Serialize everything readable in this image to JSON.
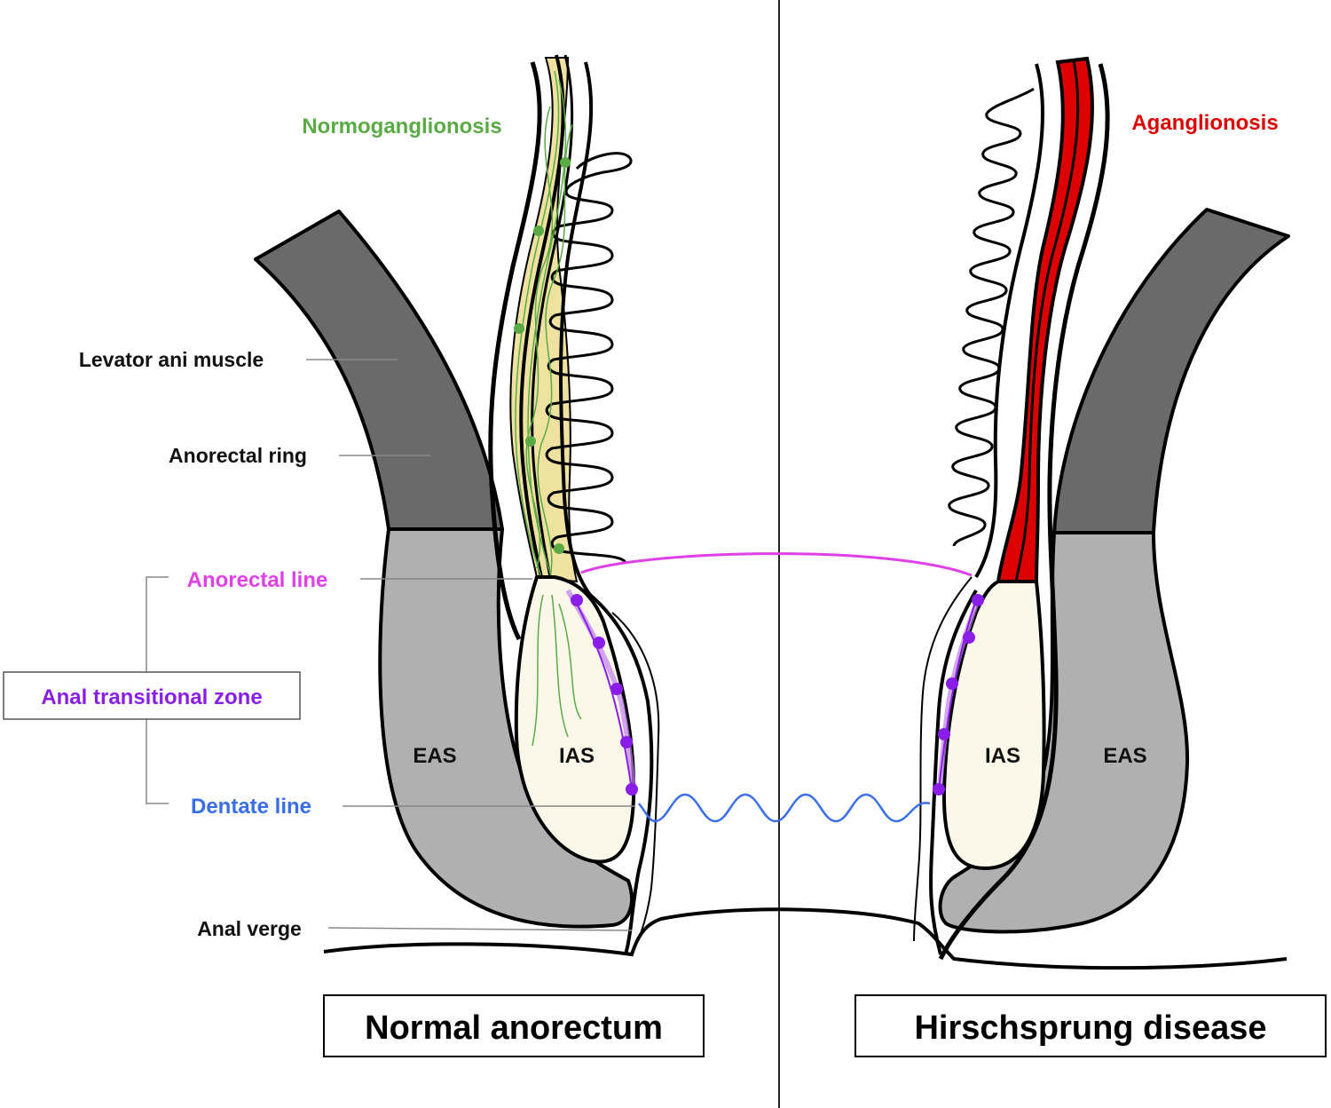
{
  "labels": {
    "normoganglionosis": "Normoganglionosis",
    "aganglionosis": "Aganglionosis",
    "levator_ani": "Levator ani muscle",
    "anorectal_ring": "Anorectal ring",
    "anorectal_line": "Anorectal line",
    "anal_transitional_zone": "Anal transitional zone",
    "dentate_line": "Dentate line",
    "anal_verge": "Anal verge",
    "eas_left": "EAS",
    "ias_left": "IAS",
    "ias_right": "IAS",
    "eas_right": "EAS"
  },
  "titles": {
    "normal": "Normal anorectum",
    "hirschsprung": "Hirschsprung disease"
  },
  "colors": {
    "normoganglionosis": "#5aaa45",
    "aganglionosis": "#dd0000",
    "anorectal_line": "#e040e8",
    "anal_transitional_zone": "#8a1ee8",
    "dentate_line": "#3a6ee8",
    "muscle_dark": "#6a6a6a",
    "muscle_light": "#b0b0b0",
    "ias_fill": "#fbf8ea",
    "submucosa_fill": "#efe1a0"
  }
}
